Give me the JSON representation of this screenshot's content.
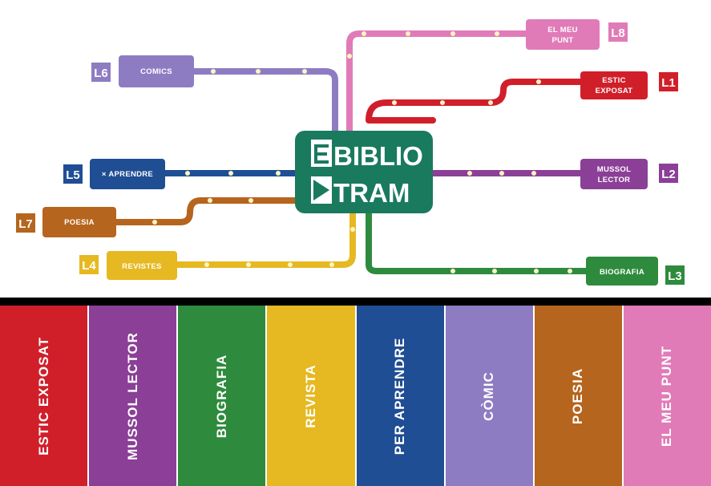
{
  "hub": {
    "line1": "BIBLIO",
    "line2": "TRAM",
    "color": "#1a7a5e"
  },
  "lines": [
    {
      "code": "L1",
      "label1": "ESTIC",
      "label2": "EXPOSAT",
      "color": "#d11f2a"
    },
    {
      "code": "L2",
      "label1": "MUSSOL",
      "label2": "LECTOR",
      "color": "#8b3f97"
    },
    {
      "code": "L3",
      "label1": "BIOGRAFIA",
      "label2": "",
      "color": "#2e8b3d"
    },
    {
      "code": "L4",
      "label1": "REVISTES",
      "label2": "",
      "color": "#e6b821"
    },
    {
      "code": "L5",
      "label1": "× APRENDRE",
      "label2": "",
      "color": "#1f4e94"
    },
    {
      "code": "L6",
      "label1": "COMICS",
      "label2": "",
      "color": "#8e7cc3"
    },
    {
      "code": "L7",
      "label1": "POESIA",
      "label2": "",
      "color": "#b5651d"
    },
    {
      "code": "L8",
      "label1": "EL MEU",
      "label2": "PUNT",
      "color": "#e07bb8"
    }
  ],
  "columns": [
    {
      "label": "ESTIC EXPOSAT",
      "color": "#d11f2a"
    },
    {
      "label": "MUSSOL LECTOR",
      "color": "#8b3f97"
    },
    {
      "label": "BIOGRAFIA",
      "color": "#2e8b3d"
    },
    {
      "label": "REVISTA",
      "color": "#e6b821"
    },
    {
      "label": "PER APRENDRE",
      "color": "#1f4e94"
    },
    {
      "label": "CÒMIC",
      "color": "#8e7cc3"
    },
    {
      "label": "POESIA",
      "color": "#b5651d"
    },
    {
      "label": "EL MEU PUNT",
      "color": "#e07bb8"
    }
  ]
}
